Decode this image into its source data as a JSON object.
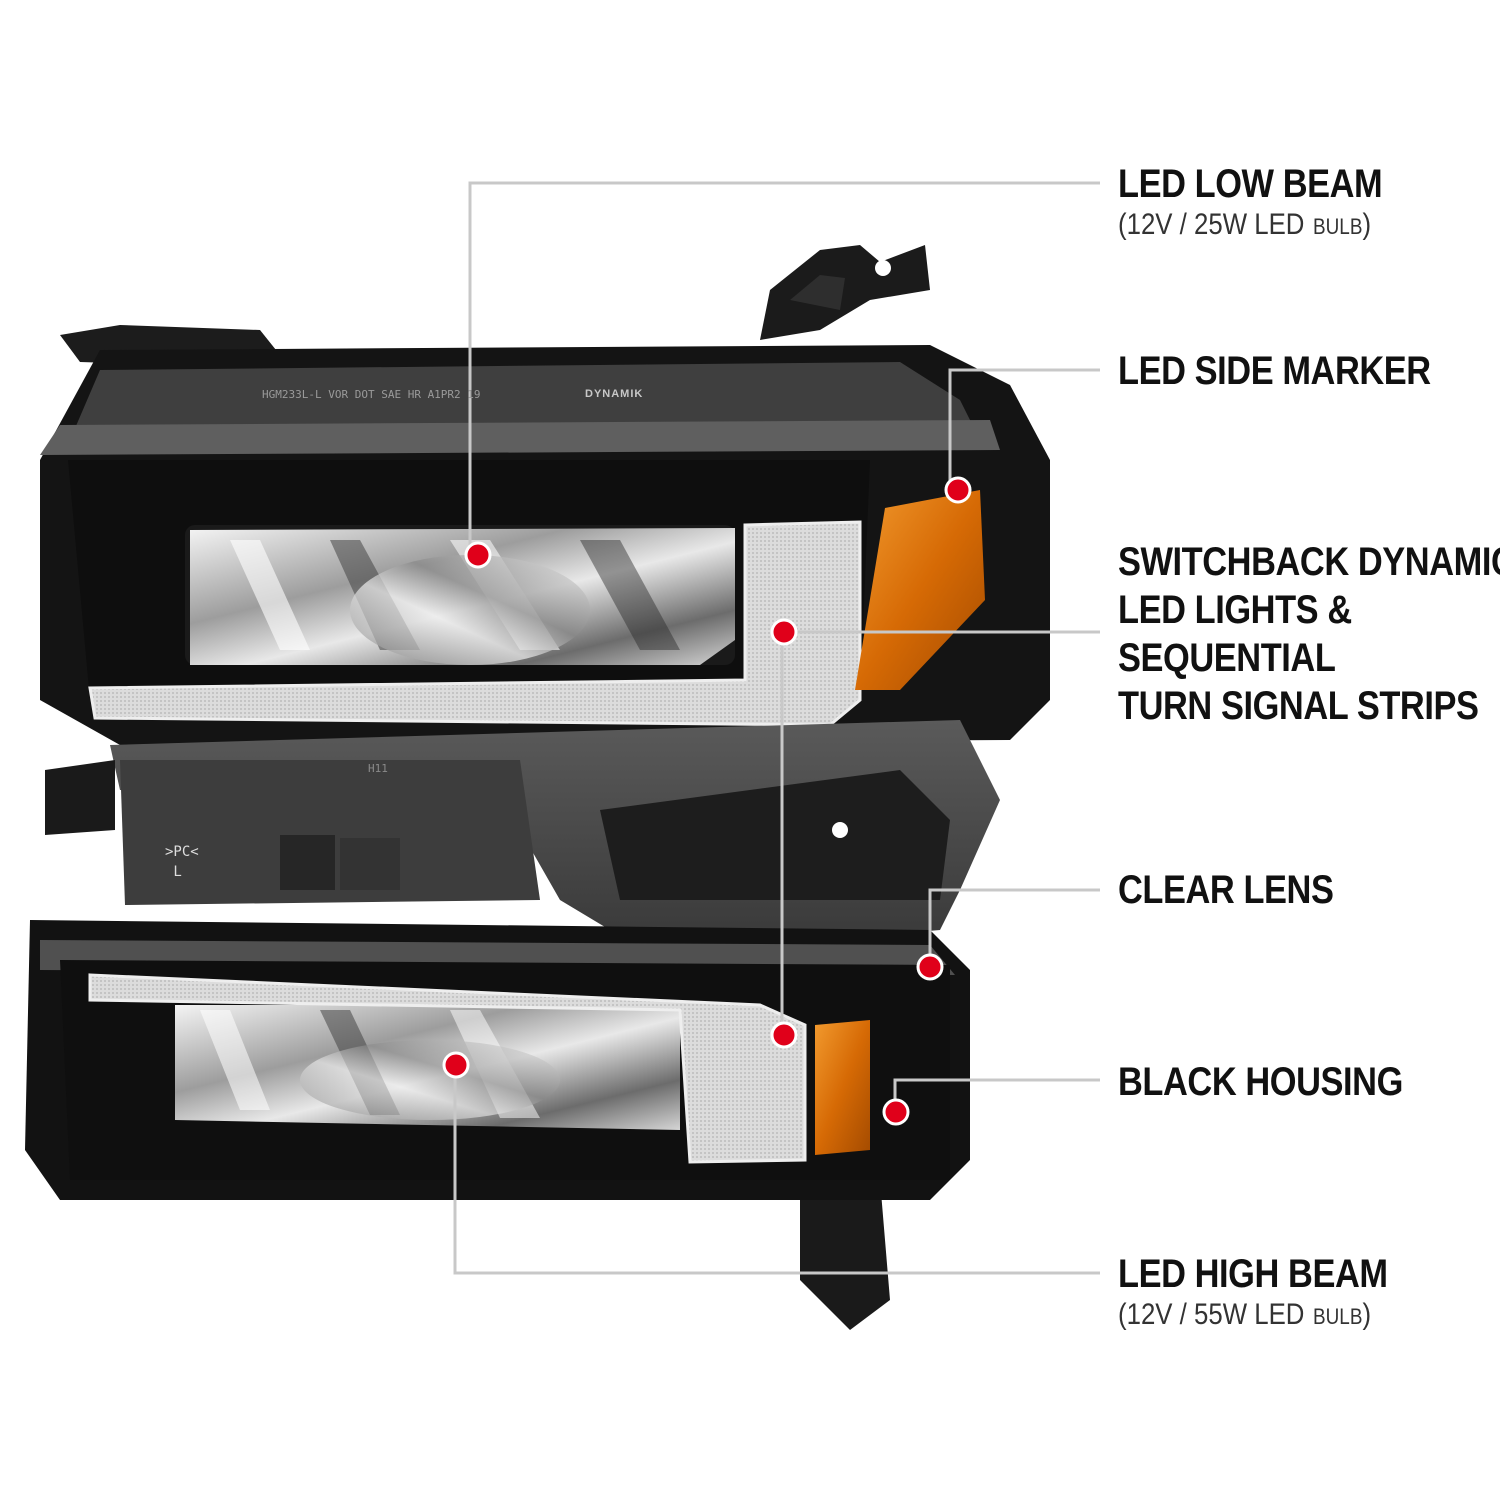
{
  "features": [
    {
      "title": "LED LOW BEAM",
      "sub_open": "(",
      "sub_value": "12V / 25W LED",
      "sub_unit": "BULB",
      "sub_close": ")"
    },
    {
      "title": "LED SIDE MARKER"
    },
    {
      "lines": [
        "SWITCHBACK DYNAMIC",
        "LED LIGHTS &",
        "SEQUENTIAL",
        "TURN SIGNAL STRIPS"
      ]
    },
    {
      "title": "CLEAR LENS"
    },
    {
      "title": "BLACK HOUSING"
    },
    {
      "title": "LED HIGH BEAM",
      "sub_open": "(",
      "sub_value": "12V / 55W LED",
      "sub_unit": "BULB",
      "sub_close": ")"
    }
  ],
  "product": {
    "stamp": "HGM233L-L VOR DOT SAE HR A1PR2 19",
    "logo": "DYNAMIK",
    "bulb_code": "H11",
    "material_mark": ">PC<\n L"
  },
  "colors": {
    "callout_dot": "#e0001a",
    "callout_line": "#c8c8c8",
    "amber": "#d9730a",
    "housing": "#151515"
  }
}
